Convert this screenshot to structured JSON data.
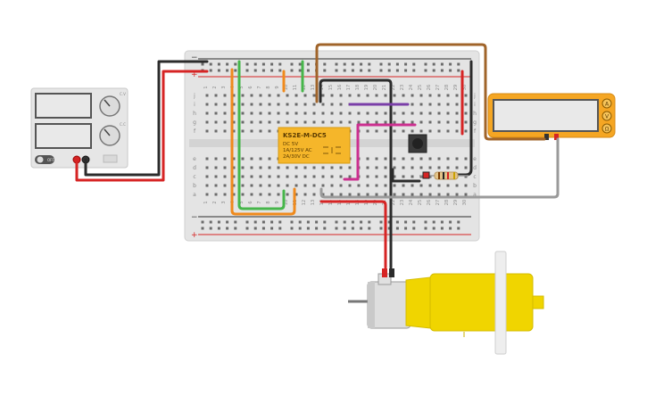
{
  "power_supply": {
    "knob_labels": [
      "C.V",
      "C.C"
    ],
    "switch_label": "OFF"
  },
  "relay": {
    "model": "KS2E-M-DC5",
    "coil": "DC 5V",
    "rating_ac": "1A/125V AC",
    "rating_dc": "2A/30V DC"
  },
  "multimeter": {
    "mode_buttons": [
      "A",
      "V",
      "Ω"
    ]
  },
  "breadboard": {
    "columns": 30,
    "row_letters_top": [
      "j",
      "i",
      "h",
      "g",
      "f"
    ],
    "row_letters_bottom": [
      "e",
      "d",
      "c",
      "b",
      "a"
    ],
    "rail_minus": "−",
    "rail_plus": "+"
  },
  "colors": {
    "wire_black": "#2b2b2b",
    "wire_red": "#d62424",
    "wire_orange": "#f08a1c",
    "wire_green": "#46b64a",
    "wire_brown": "#a0642a",
    "wire_purple": "#7a3ea8",
    "wire_magenta": "#cc2f8f",
    "wire_gray": "#9a9a9a",
    "relay_body": "#f5b62a",
    "motor_yellow": "#f0d500",
    "multimeter_body": "#f5a623"
  }
}
